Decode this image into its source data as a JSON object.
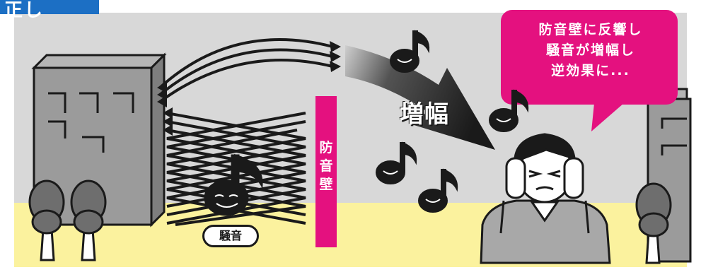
{
  "badge": {
    "label": "正し"
  },
  "speech_bubble": {
    "text": "防音壁に反響し\n騒音が増幅し\n逆効果に..."
  },
  "sound_barrier": {
    "label": "防\n音\n壁"
  },
  "amplification": {
    "label": "増幅"
  },
  "noise_source": {
    "label": "騒音"
  },
  "colors": {
    "sky": "#d8d8d8",
    "ground": "#fbf29e",
    "accent_magenta": "#e4117f",
    "badge_blue": "#1c6fc4",
    "building": "#9b9b9b",
    "tree": "#6e6e6e",
    "outline": "#1a1a1a"
  },
  "icons": {
    "note": "eighth-note-face-icon",
    "wave": "zigzag-reflection-arrows-icon",
    "person": "covering-ears-person-icon"
  }
}
